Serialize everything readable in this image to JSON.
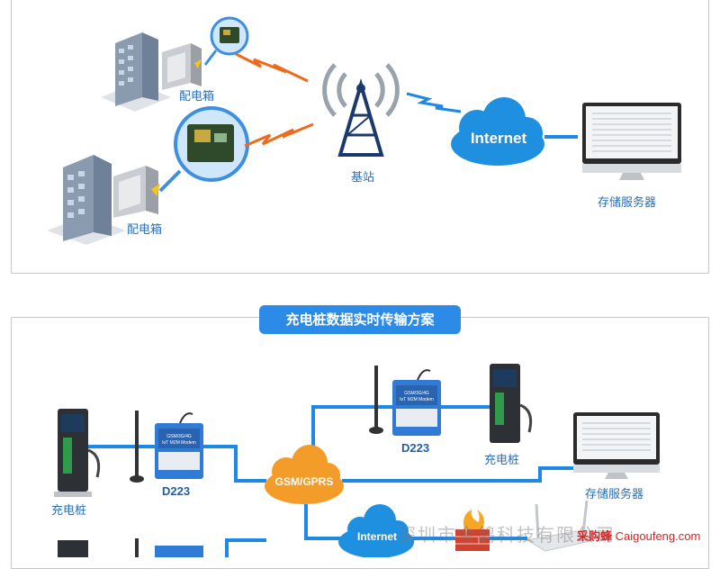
{
  "top_diagram": {
    "distribution_box_label_1": "配电箱",
    "distribution_box_label_2": "配电箱",
    "base_station_label": "基站",
    "internet_label": "Internet",
    "storage_server_label": "存储服务器"
  },
  "bottom_diagram": {
    "title": "充电桩数据实时传输方案",
    "charging_pile_label_1": "充电桩",
    "charging_pile_label_2": "充电桩",
    "device_label_1": "D223",
    "device_label_2": "D223",
    "gsm_label": "GSM/GPRS",
    "internet_label": "Internet",
    "storage_server_label": "存储服务器",
    "modem_text_line1": "GSM/3G/4G",
    "modem_text_line2": "IoT M2M Modem"
  },
  "watermark": {
    "company": "深圳市金鸽科技有限公司",
    "site_name": "采购蜂",
    "site_url": "Caigoufeng.com"
  },
  "colors": {
    "line_blue": "#1e88e5",
    "label_blue": "#2a6fb8",
    "signal_orange": "#f06a1c",
    "cloud_blue": "#1f8fe0",
    "gsm_orange": "#f39c2a",
    "tower_navy": "#1b3a6b"
  }
}
